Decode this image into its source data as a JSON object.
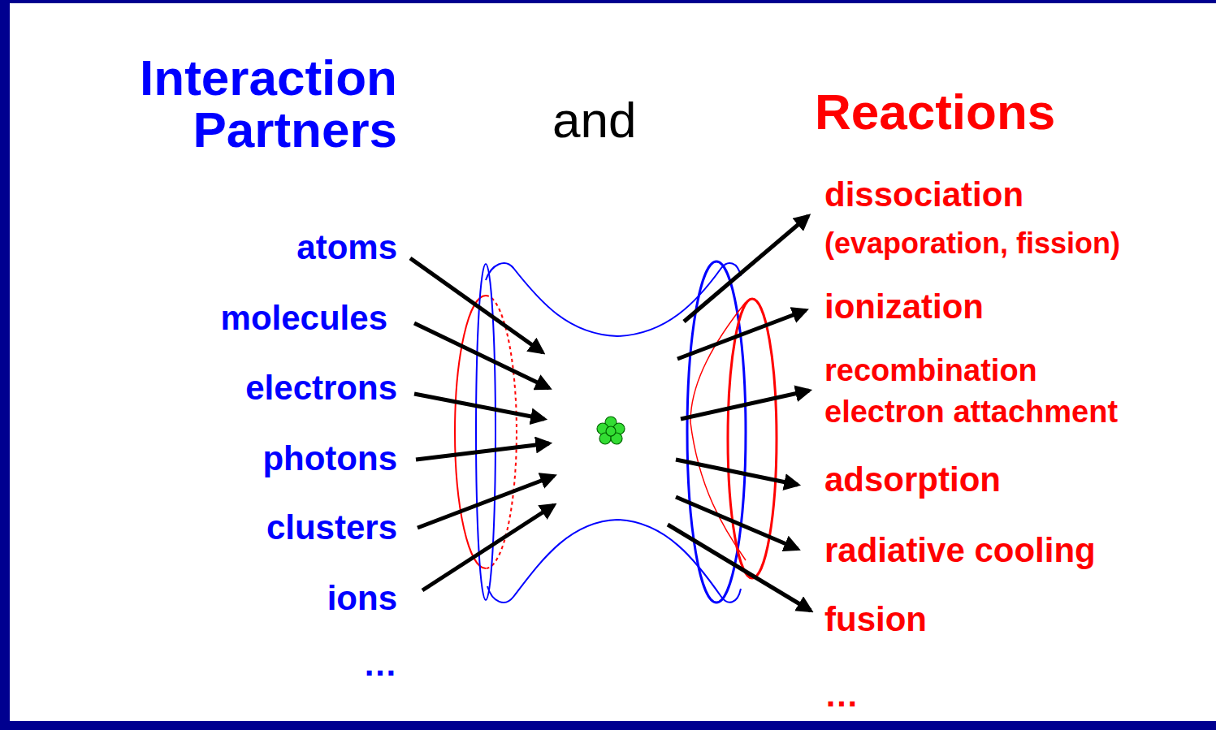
{
  "diagram": {
    "labels": [
      "Interaction Partners",
      "and",
      "Reactions",
      "atoms",
      "molecules",
      "electrons",
      "photons",
      "clusters",
      "ions",
      "…",
      "dissociation",
      "(evaporation, fission)",
      "ionization",
      "recombination electron attachment",
      "adsorption",
      "radiative cooling",
      "fusion",
      "…"
    ]
  }
}
